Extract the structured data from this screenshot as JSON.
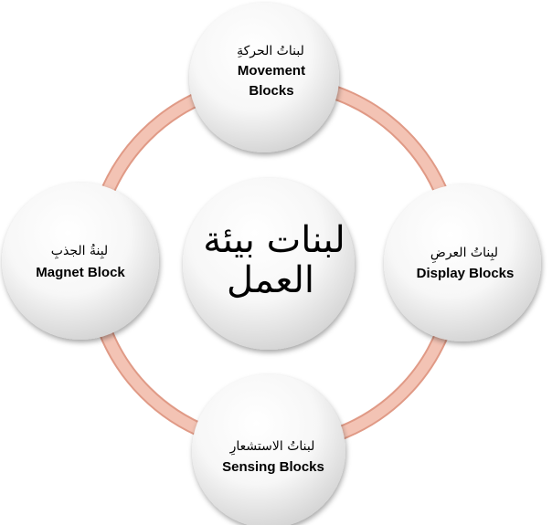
{
  "center": {
    "line1": "لبنات بيئة",
    "line2": "العمل"
  },
  "nodes": {
    "top": {
      "arabic": "لبناتُ الحركةِ",
      "english_1": "Movement",
      "english_2": "Blocks"
    },
    "right": {
      "arabic": "لبِناتُ العرضِ",
      "english_1": "Display Blocks"
    },
    "bottom": {
      "arabic": "لبناتُ الاستشعارِ",
      "english_1": "Sensing Blocks"
    },
    "left": {
      "arabic": "لبِنةُ الجذبِ",
      "english_1": "Magnet Block"
    }
  },
  "colors": {
    "ring_fill": "#f3c3b4",
    "ring_stroke": "#e09a86",
    "circle_light": "#ffffff",
    "circle_dark": "#d4d4d4"
  }
}
